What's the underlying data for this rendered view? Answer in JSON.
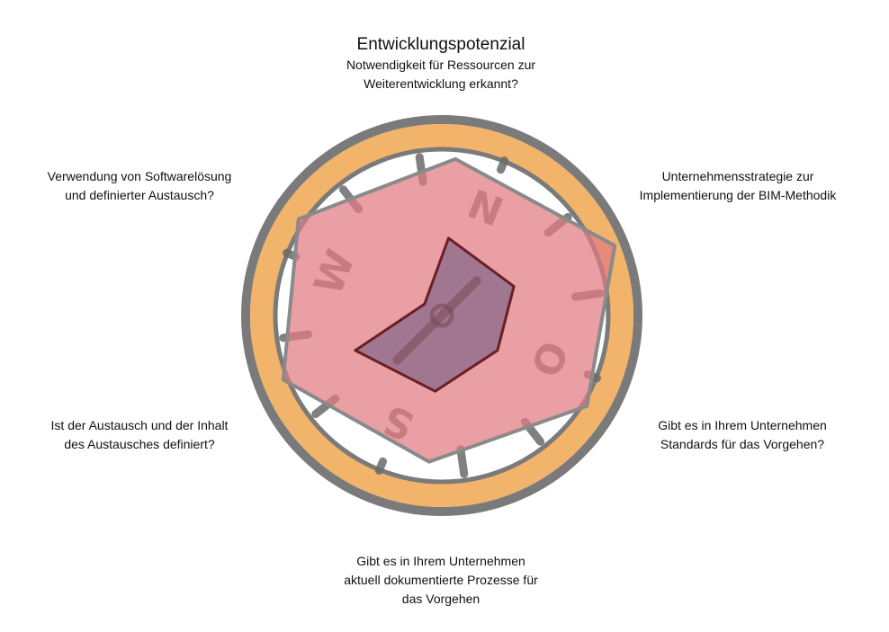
{
  "title": "Entwicklungspotenzial",
  "axes": [
    "Notwendigkeit für Ressourcen zur\nWeiterentwicklung erkannt?",
    "Unternehmensstrategie zur\nImplementierung der BIM-Methodik",
    "Gibt es in Ihrem Unternehmen\nStandards für das Vorgehen?",
    "Gibt es in Ihrem Unternehmen\naktuell dokumentierte Prozesse für\ndas Vorgehen",
    "Ist der Austausch und der Inhalt\ndes Austausches definiert?",
    "Verwendung von Softwarelösung\nund definierter Austausch?"
  ],
  "compass_letters": {
    "north": "N",
    "east": "O",
    "south": "S",
    "west": "W"
  },
  "colors": {
    "ring_outer": "#7a7a7a",
    "ring_fill": "#f2b36b",
    "ticks": "#6b6b6b",
    "outer_polygon_fill": "#e07a7f",
    "outer_polygon_stroke": "#8a8a8a",
    "inner_polygon_fill": "#8c6a8c",
    "inner_polygon_stroke": "#6b1f25",
    "needle": "#7a4a55"
  },
  "chart_data": {
    "type": "radar",
    "title": "Entwicklungspotenzial",
    "categories": [
      "Notwendigkeit für Ressourcen zur Weiterentwicklung erkannt?",
      "Unternehmensstrategie zur Implementierung der BIM-Methodik",
      "Gibt es in Ihrem Unternehmen Standards für das Vorgehen?",
      "Gibt es in Ihrem Unternehmen aktuell dokumentierte Prozesse für das Vorgehen",
      "Ist der Austausch und der Inhalt des Austausches definiert?",
      "Verwendung von Softwarelösung und definierter Austausch?"
    ],
    "range": [
      0,
      1
    ],
    "series": [
      {
        "values": [
          0.91,
          1.08,
          0.99,
          0.85,
          0.99,
          1.0
        ]
      },
      {
        "values": [
          0.45,
          0.45,
          0.38,
          0.44,
          0.54,
          0.12
        ]
      }
    ]
  }
}
